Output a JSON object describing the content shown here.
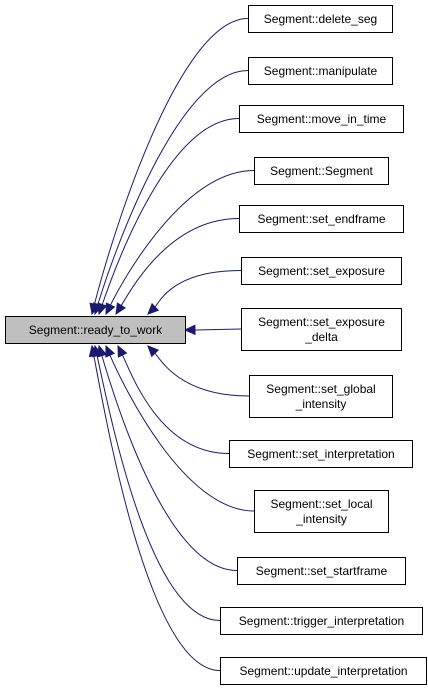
{
  "graph": {
    "edge_color": "#191970",
    "main_fill": "#bfbfbf",
    "main_node": {
      "id": "ready_to_work",
      "lines": [
        "Segment::ready_to_work"
      ]
    },
    "callers": [
      {
        "id": "delete_seg",
        "lines": [
          "Segment::delete_seg"
        ]
      },
      {
        "id": "manipulate",
        "lines": [
          "Segment::manipulate"
        ]
      },
      {
        "id": "move_in_time",
        "lines": [
          "Segment::move_in_time"
        ]
      },
      {
        "id": "segment",
        "lines": [
          "Segment::Segment"
        ]
      },
      {
        "id": "set_endframe",
        "lines": [
          "Segment::set_endframe"
        ]
      },
      {
        "id": "set_exposure",
        "lines": [
          "Segment::set_exposure"
        ]
      },
      {
        "id": "set_exposure_delta",
        "lines": [
          "Segment::set_exposure",
          "_delta"
        ]
      },
      {
        "id": "set_global_intensity",
        "lines": [
          "Segment::set_global",
          "_intensity"
        ]
      },
      {
        "id": "set_interpretation",
        "lines": [
          "Segment::set_interpretation"
        ]
      },
      {
        "id": "set_local_intensity",
        "lines": [
          "Segment::set_local",
          "_intensity"
        ]
      },
      {
        "id": "set_startframe",
        "lines": [
          "Segment::set_startframe"
        ]
      },
      {
        "id": "trigger_interpretation",
        "lines": [
          "Segment::trigger_interpretation"
        ]
      },
      {
        "id": "update_interpretation",
        "lines": [
          "Segment::update_interpretation"
        ]
      }
    ]
  }
}
